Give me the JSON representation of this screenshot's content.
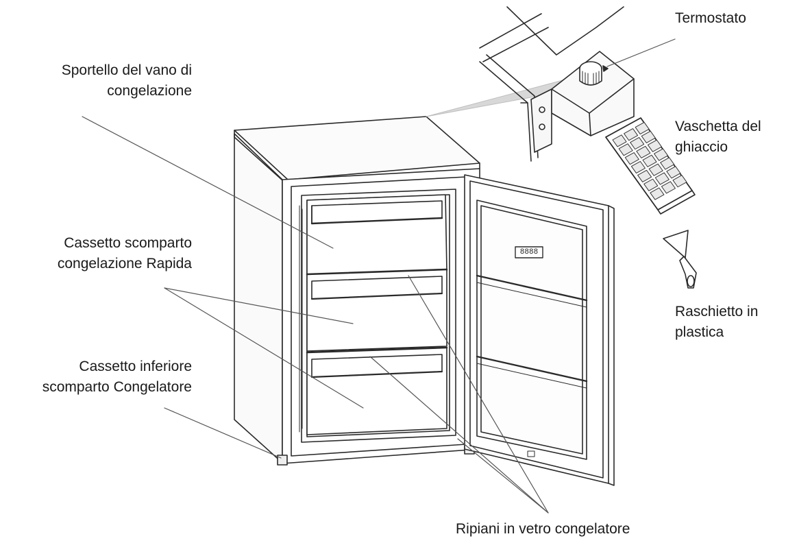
{
  "labels": {
    "freezer_door": [
      "Sportello del vano di",
      "congelazione"
    ],
    "fast_freeze_drawer": [
      "Cassetto scomparto",
      "congelazione Rapida"
    ],
    "lower_drawer": [
      "Cassetto inferiore",
      "scomparto Congelatore"
    ],
    "thermostat": [
      "Termostato"
    ],
    "ice_tray": [
      "Vaschetta del",
      "ghiaccio"
    ],
    "plastic_scraper": [
      "Raschietto in",
      "plastica"
    ],
    "glass_shelves": [
      "Ripiani in vetro congelatore"
    ]
  },
  "display_badge": "8888"
}
